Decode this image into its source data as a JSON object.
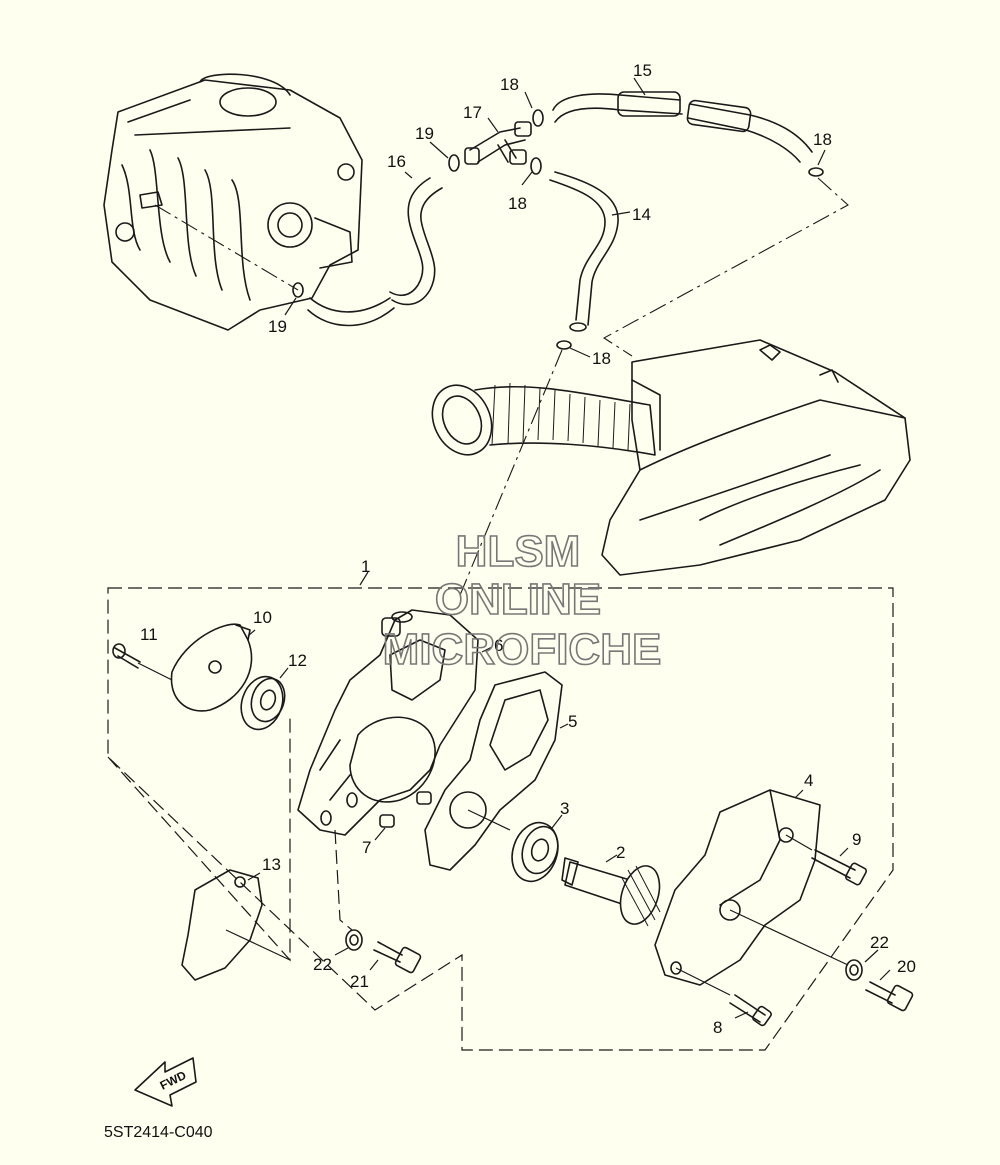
{
  "diagram": {
    "part_code": "5ST2414-C040",
    "watermark": [
      "HLSM",
      "ONLINE",
      "MICROFICHE"
    ],
    "direction_label": "FWD",
    "callouts": [
      {
        "id": "1",
        "label": "1"
      },
      {
        "id": "2",
        "label": "2"
      },
      {
        "id": "3",
        "label": "3"
      },
      {
        "id": "4",
        "label": "4"
      },
      {
        "id": "5",
        "label": "5"
      },
      {
        "id": "6",
        "label": "6"
      },
      {
        "id": "7",
        "label": "7"
      },
      {
        "id": "8",
        "label": "8"
      },
      {
        "id": "9",
        "label": "9"
      },
      {
        "id": "10",
        "label": "10"
      },
      {
        "id": "11",
        "label": "11"
      },
      {
        "id": "12",
        "label": "12"
      },
      {
        "id": "13",
        "label": "13"
      },
      {
        "id": "14",
        "label": "14"
      },
      {
        "id": "15",
        "label": "15"
      },
      {
        "id": "16",
        "label": "16"
      },
      {
        "id": "17",
        "label": "17"
      },
      {
        "id": "18a",
        "label": "18"
      },
      {
        "id": "18b",
        "label": "18"
      },
      {
        "id": "18c",
        "label": "18"
      },
      {
        "id": "18d",
        "label": "18"
      },
      {
        "id": "19a",
        "label": "19"
      },
      {
        "id": "19b",
        "label": "19"
      },
      {
        "id": "20",
        "label": "20"
      },
      {
        "id": "21",
        "label": "21"
      },
      {
        "id": "22a",
        "label": "22"
      },
      {
        "id": "22b",
        "label": "22"
      }
    ]
  }
}
